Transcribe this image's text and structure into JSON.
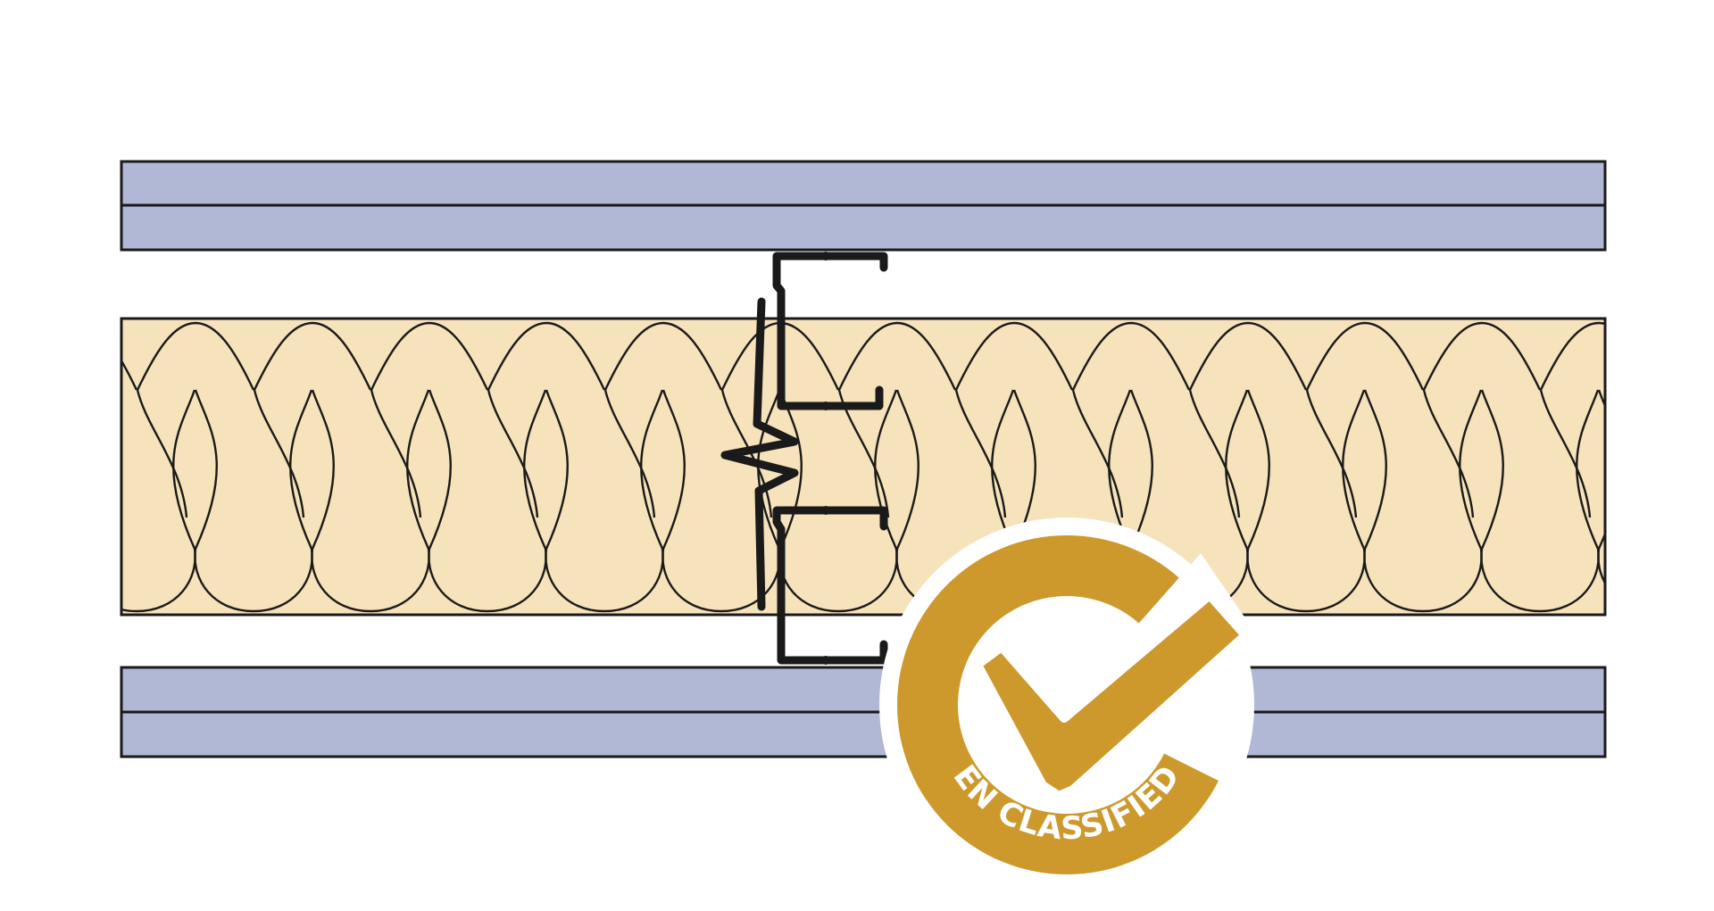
{
  "diagram": {
    "type": "partition-wall-cross-section",
    "layers": [
      {
        "name": "plasterboard",
        "color": "#b0b8d6"
      },
      {
        "name": "plasterboard",
        "color": "#b0b8d6"
      },
      {
        "name": "mineral-wool-insulation",
        "color": "#f6e2bb"
      },
      {
        "name": "plasterboard",
        "color": "#b0b8d6"
      },
      {
        "name": "plasterboard",
        "color": "#b0b8d6"
      }
    ],
    "stud_icon": "steel-c-stud-icon",
    "break_icon": "break-line-icon"
  },
  "badge": {
    "label": "EN CLASSIFIED",
    "icon": "checkmark-icon",
    "color": "#cd992c"
  }
}
